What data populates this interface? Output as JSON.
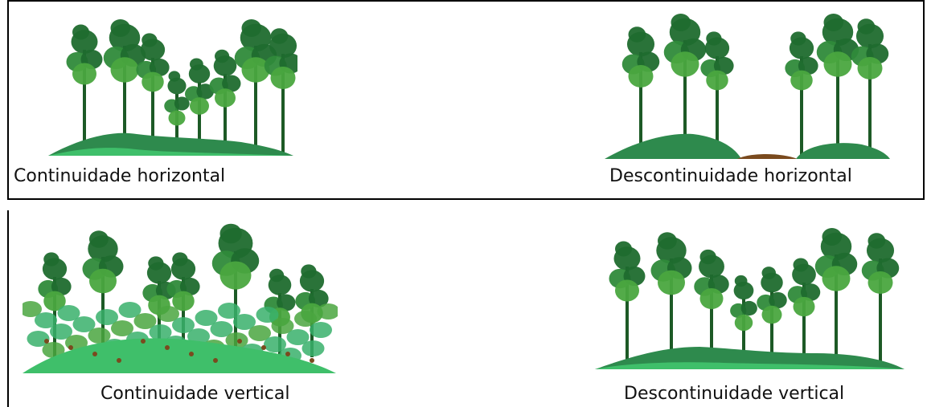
{
  "panels": [
    {
      "id": "horizontal-continuity",
      "caption": "Continuidade horizontal",
      "gap": false,
      "understory": false
    },
    {
      "id": "horizontal-discontinuity",
      "caption": "Descontinuidade horizontal",
      "gap": true,
      "understory": false
    },
    {
      "id": "vertical-continuity",
      "caption": "Continuidade vertical",
      "gap": false,
      "understory": true
    },
    {
      "id": "vertical-discontinuity",
      "caption": "Descontinuidade vertical",
      "gap": false,
      "understory": false
    }
  ],
  "colors": {
    "canopy_dark": "#1f6b2e",
    "canopy_mid": "#2f8a3a",
    "canopy_light": "#4aa63f",
    "trunk": "#1d5a26",
    "ground_dark": "#2e8a4d",
    "ground_light": "#3fbf6a",
    "litter": "#7a4a1e",
    "understory": "#38b06b"
  }
}
